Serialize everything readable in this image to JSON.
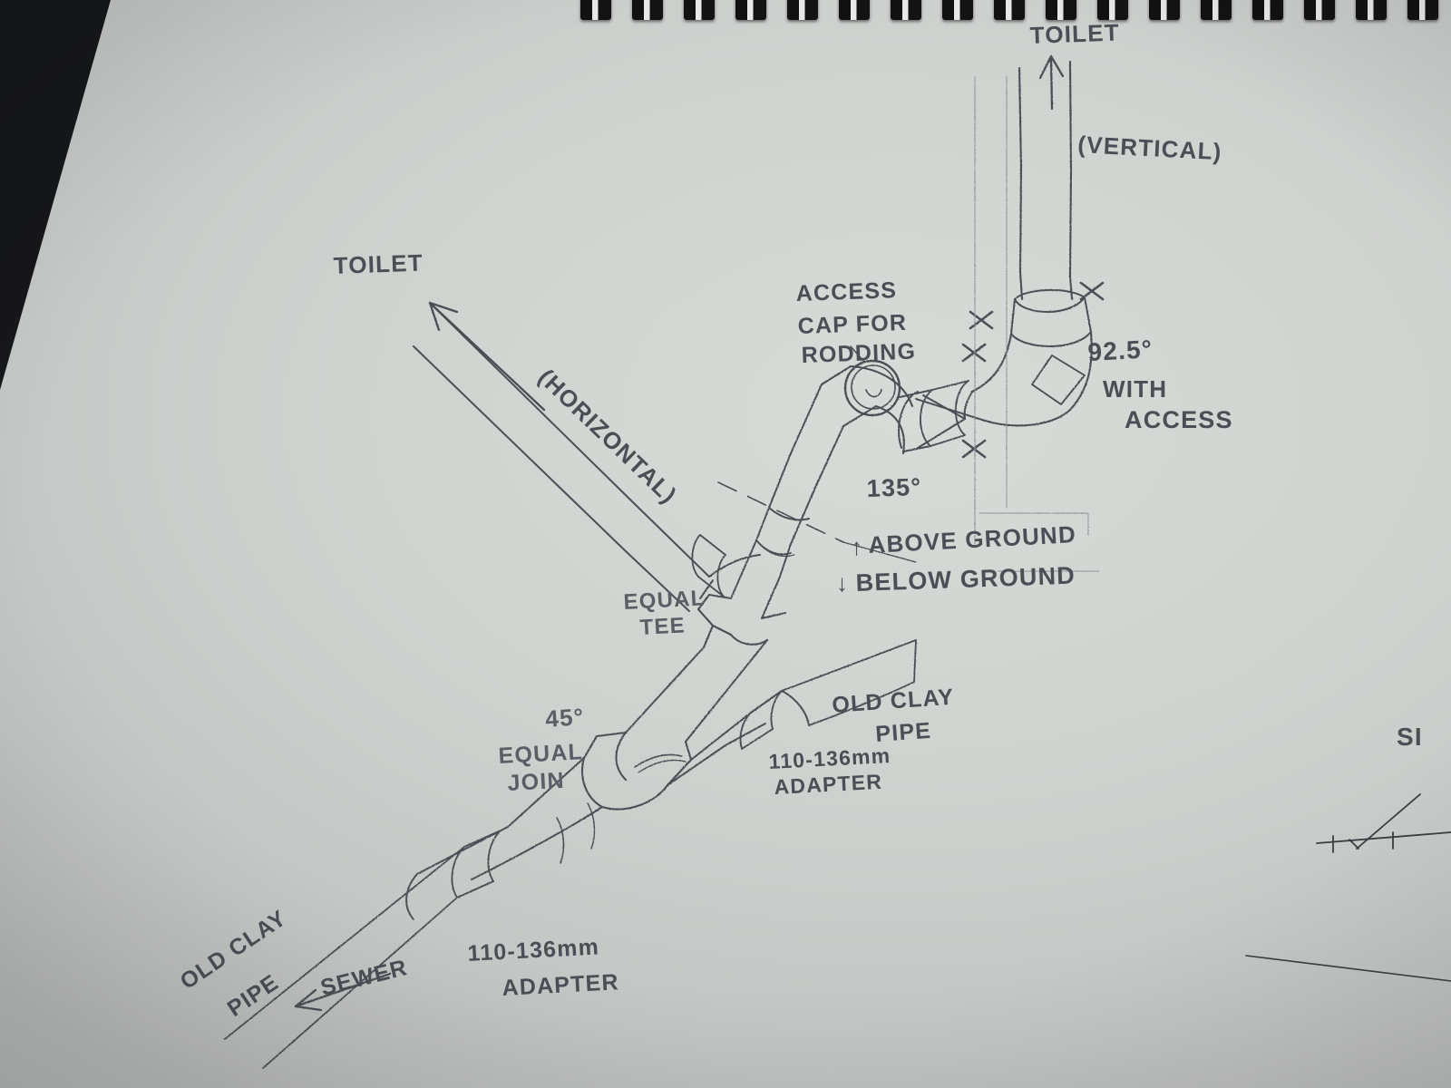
{
  "document": {
    "type": "hand-drawn sketch",
    "medium": "pencil on spiral notebook paper",
    "subject": "Soil pipe / drainage run connecting two toilets to a sewer via old clay pipe"
  },
  "labels": {
    "toilet_vertical": "TOILET",
    "vertical_note": "(VERTICAL)",
    "bend_925": "92.5°",
    "bend_925_line2": "WITH",
    "bend_925_line3": "ACCESS",
    "access_cap_l1": "ACCESS",
    "access_cap_l2": "CAP FOR",
    "access_cap_l3": "RODDING",
    "bend_135": "135°",
    "above_ground": "ABOVE GROUND",
    "below_ground": "BELOW GROUND",
    "above_arrow": "↑",
    "below_arrow": "↓",
    "toilet_horizontal": "TOILET",
    "horizontal_note": "(HORIZONTAL)",
    "equal_tee_l1": "EQUAL",
    "equal_tee_l2": "TEE",
    "join_45_l1": "45°",
    "join_45_l2": "EQUAL",
    "join_45_l3": "JOIN",
    "old_clay_pipe_right_l1": "OLD CLAY",
    "old_clay_pipe_right_l2": "PIPE",
    "adapter_right_l1": "110-136mm",
    "adapter_right_l2": "ADAPTER",
    "old_clay_pipe_left_l1": "OLD CLAY",
    "old_clay_pipe_left_l2": "PIPE",
    "sewer": "SEWER",
    "sewer_arrow": "←",
    "adapter_left_l1": "110-136mm",
    "adapter_left_l2": "ADAPTER",
    "next_page_partial": "SI"
  },
  "colors": {
    "paper": "#cfd2cf",
    "pencil": "#4b4f55",
    "pencil_light": "#6a6f76",
    "binding_dark": "#131313",
    "binding_light": "#e8e8e6",
    "table": "#16171a"
  },
  "components": [
    {
      "name": "vertical soil pipe to toilet",
      "note": "(VERTICAL)"
    },
    {
      "name": "92.5 degree bend with access",
      "angle": "92.5°"
    },
    {
      "name": "access cap for rodding",
      "shape": "circular cap"
    },
    {
      "name": "135 degree bend",
      "angle": "135°"
    },
    {
      "name": "equal tee"
    },
    {
      "name": "45 degree equal join",
      "angle": "45°"
    },
    {
      "name": "110-136mm adapter",
      "count": 2
    },
    {
      "name": "old clay pipe",
      "count": 2
    },
    {
      "name": "sewer run"
    }
  ],
  "binding": {
    "ring_count": 17
  }
}
